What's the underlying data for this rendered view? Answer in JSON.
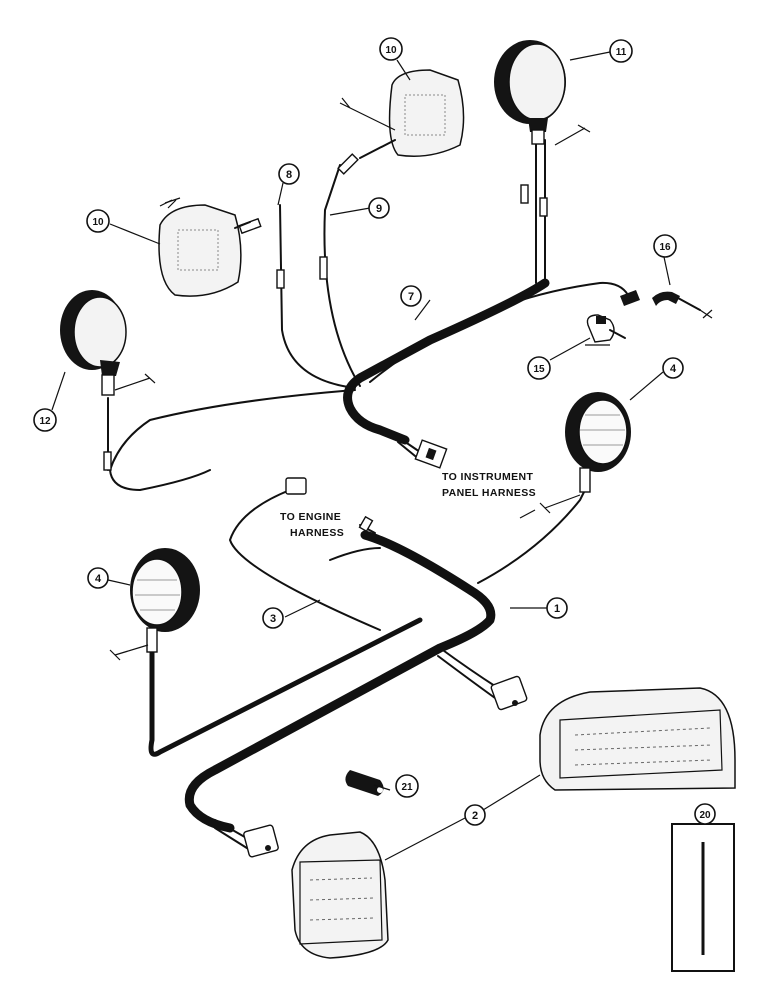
{
  "callouts": [
    {
      "id": "callout-1",
      "label": "1"
    },
    {
      "id": "callout-2",
      "label": "2"
    },
    {
      "id": "callout-3",
      "label": "3"
    },
    {
      "id": "callout-4-right",
      "label": "4"
    },
    {
      "id": "callout-4-left",
      "label": "4"
    },
    {
      "id": "callout-7",
      "label": "7"
    },
    {
      "id": "callout-8",
      "label": "8"
    },
    {
      "id": "callout-9",
      "label": "9"
    },
    {
      "id": "callout-10-left",
      "label": "10"
    },
    {
      "id": "callout-10-top",
      "label": "10"
    },
    {
      "id": "callout-11",
      "label": "11"
    },
    {
      "id": "callout-12",
      "label": "12"
    },
    {
      "id": "callout-15",
      "label": "15"
    },
    {
      "id": "callout-16",
      "label": "16"
    },
    {
      "id": "callout-20",
      "label": "20"
    },
    {
      "id": "callout-21",
      "label": "21"
    }
  ],
  "notes": {
    "instrument_line1": "TO INSTRUMENT",
    "instrument_line2": "PANEL HARNESS",
    "engine_line1": "TO ENGINE",
    "engine_line2": "HARNESS"
  }
}
